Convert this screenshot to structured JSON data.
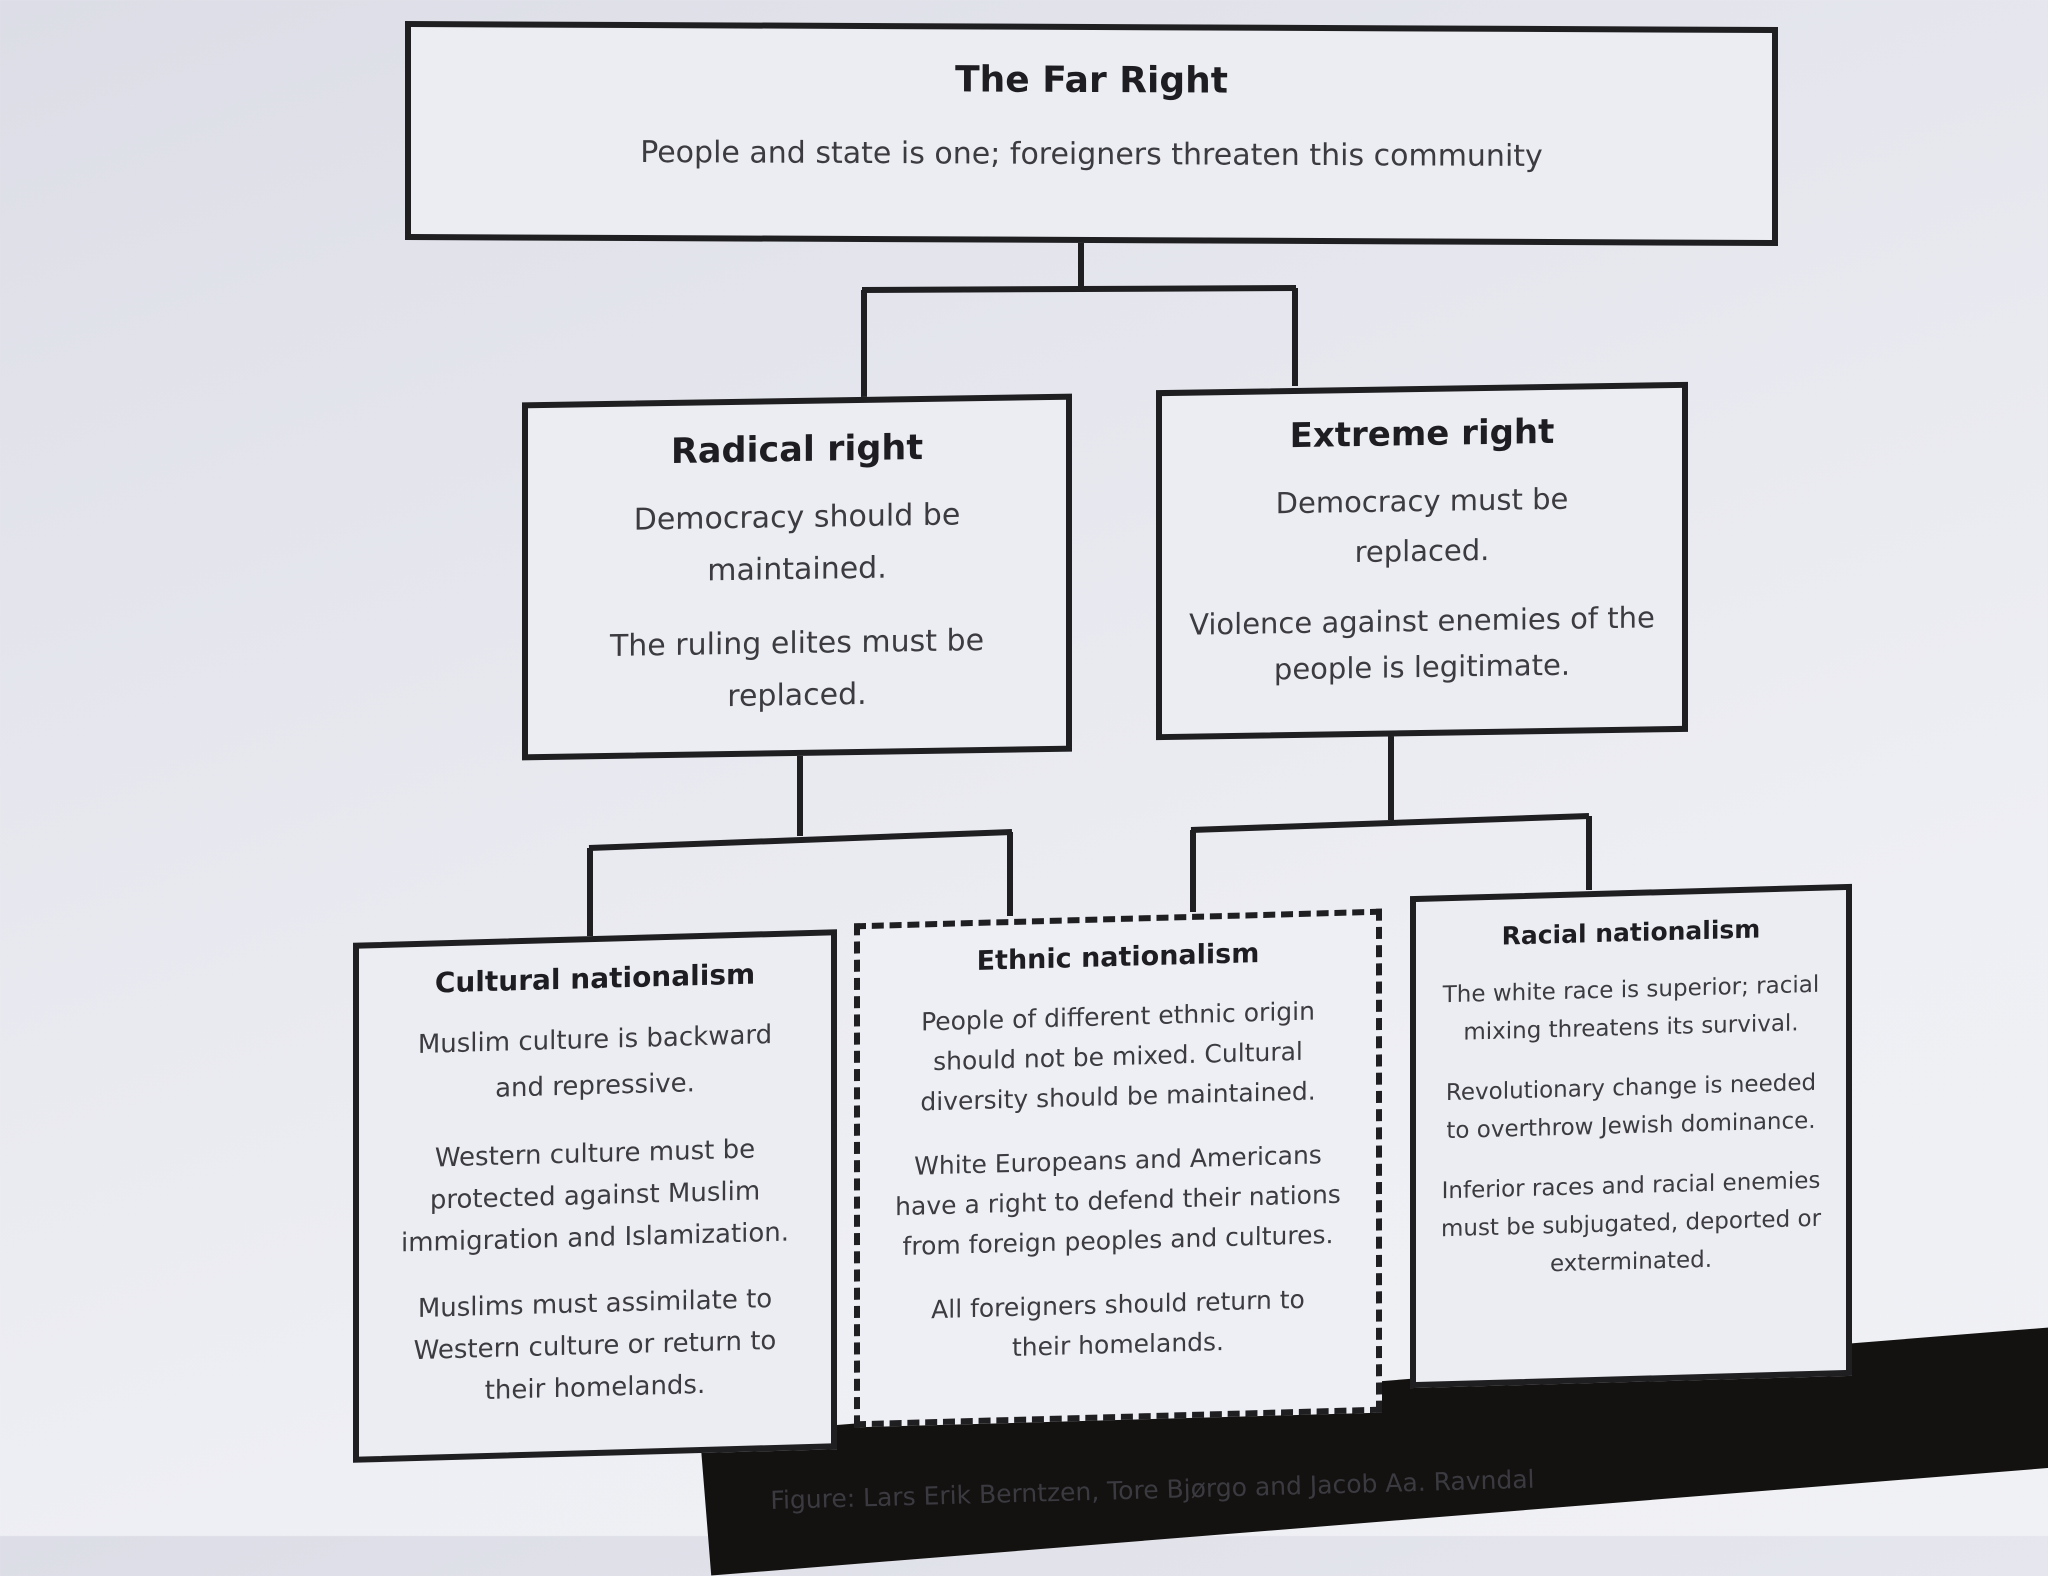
{
  "diagram": {
    "root": {
      "title": "The Far Right",
      "text": "People and state is one; foreigners threaten this community"
    },
    "branches": [
      {
        "title": "Radical right",
        "paragraphs": [
          "Democracy should be maintained.",
          "The ruling elites must be replaced."
        ]
      },
      {
        "title": "Extreme right",
        "paragraphs": [
          "Democracy must be replaced.",
          "Violence against enemies of the people is legitimate."
        ]
      }
    ],
    "leaves": [
      {
        "title": "Cultural nationalism",
        "paragraphs": [
          "Muslim culture is backward and repressive.",
          "Western culture must be protected against Muslim immigration and Islamization.",
          "Muslims must assimilate to Western culture or return to their homelands."
        ]
      },
      {
        "title": "Ethnic nationalism",
        "paragraphs": [
          "People of different ethnic origin should not be mixed. Cultural diversity should be maintained.",
          "White Europeans and Americans have a right to defend their nations from foreign peoples and cultures.",
          "All foreigners should return to their homelands."
        ]
      },
      {
        "title": "Racial nationalism",
        "paragraphs": [
          "The white race is superior; racial mixing threatens its survival.",
          "Revolutionary change is needed to overthrow Jewish dominance.",
          "Inferior races and racial enemies must be subjugated, deported or exterminated."
        ]
      }
    ],
    "caption": "Figure: Lars Erik Berntzen, Tore Bjørgo and Jacob Aa. Ravndal"
  },
  "colors": {
    "line": "#1f1f22",
    "box_fill": "#ecedf2",
    "text": "#3b3b40"
  }
}
